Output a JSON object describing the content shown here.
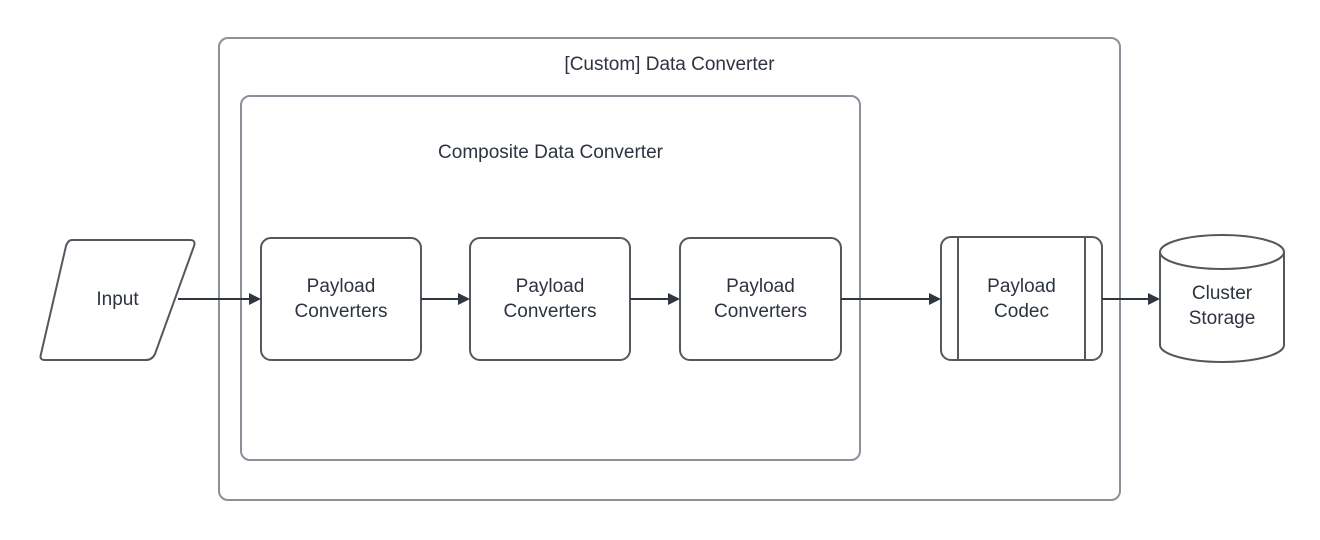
{
  "diagram": {
    "title": "[Custom] Data Converter",
    "background_color": "#ffffff",
    "text_color": "#2d3440",
    "container_border_color": "#8b9099",
    "node_border_color": "#53585f",
    "connector_color": "#2f3640",
    "containers": [
      {
        "id": "custom-data-converter",
        "label": "[Custom] Data Converter",
        "shape": "rounded-rectangle"
      },
      {
        "id": "composite-data-converter",
        "label": "Composite Data Converter",
        "shape": "rounded-rectangle"
      }
    ],
    "nodes": [
      {
        "id": "input",
        "label": "Input",
        "shape": "parallelogram"
      },
      {
        "id": "payload-converters-1",
        "label": "Payload\nConverters",
        "shape": "rounded-rectangle"
      },
      {
        "id": "payload-converters-2",
        "label": "Payload\nConverters",
        "shape": "rounded-rectangle"
      },
      {
        "id": "payload-converters-3",
        "label": "Payload\nConverters",
        "shape": "rounded-rectangle"
      },
      {
        "id": "payload-codec",
        "label": "Payload\nCodec",
        "shape": "process"
      },
      {
        "id": "cluster-storage",
        "label": "Cluster\nStorage",
        "shape": "cylinder"
      }
    ],
    "connectors": [
      {
        "id": "input-to-converters-1",
        "from": "input",
        "to": "payload-converters-1",
        "arrow": "single"
      },
      {
        "id": "converters-1-to-converters-2",
        "from": "payload-converters-1",
        "to": "payload-converters-2",
        "arrow": "single"
      },
      {
        "id": "converters-2-to-converters-3",
        "from": "payload-converters-2",
        "to": "payload-converters-3",
        "arrow": "single"
      },
      {
        "id": "converters-3-to-codec",
        "from": "payload-converters-3",
        "to": "payload-codec",
        "arrow": "single"
      },
      {
        "id": "codec-to-cluster-storage",
        "from": "payload-codec",
        "to": "cluster-storage",
        "arrow": "single"
      }
    ]
  }
}
